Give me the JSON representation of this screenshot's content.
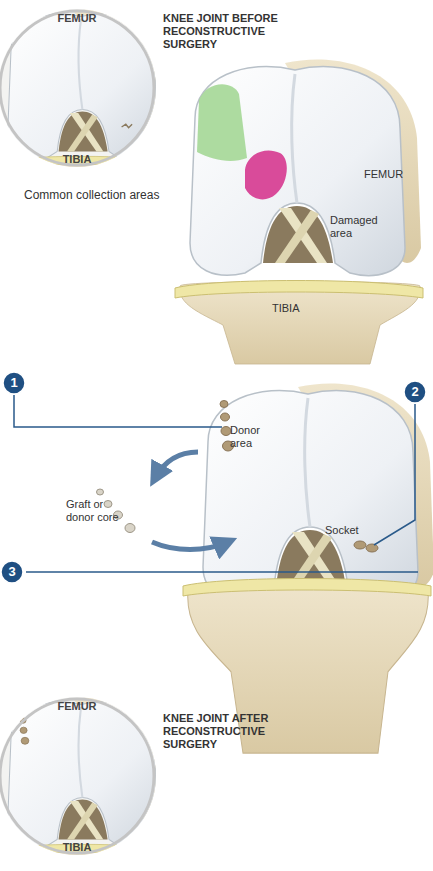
{
  "diagram": {
    "nodes": [
      {
        "text": [
          "FEMUR",
          "TIBIA"
        ]
      },
      {
        "text": [
          "1"
        ]
      },
      {
        "text": [
          "2"
        ]
      },
      {
        "text": [
          "3"
        ]
      },
      {
        "text": [
          "FEMUR",
          "TIBIA"
        ]
      }
    ],
    "labels": [
      "KNEE JOINT BEFORE RECONSTRUCTIVE SURGERY",
      "Common collection areas",
      "FEMUR",
      "Damaged area",
      "TIBIA",
      "Donor area",
      "Graft or donor core",
      "Socket",
      "KNEE JOINT AFTER RECONSTRUCTIVE SURGERY"
    ]
  }
}
